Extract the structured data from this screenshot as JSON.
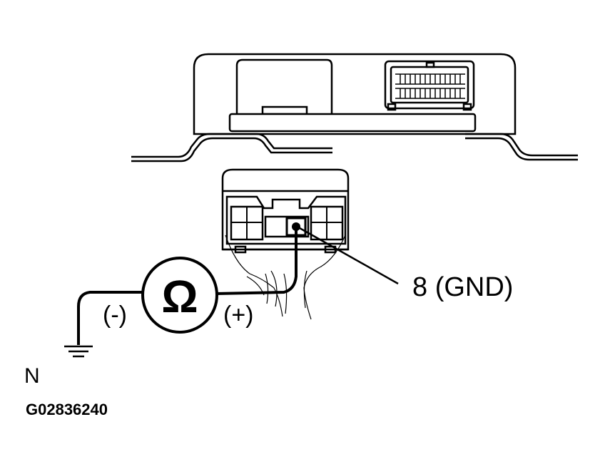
{
  "labels": {
    "pin": "8 (GND)",
    "minus": "(-)",
    "plus": "(+)",
    "omega": "Ω",
    "north": "N",
    "figure_id": "G02836240"
  },
  "icons": {
    "meter": "ohmmeter-icon",
    "ground": "ground-symbol-icon"
  },
  "colors": {
    "line": "#000000",
    "background": "#ffffff"
  }
}
